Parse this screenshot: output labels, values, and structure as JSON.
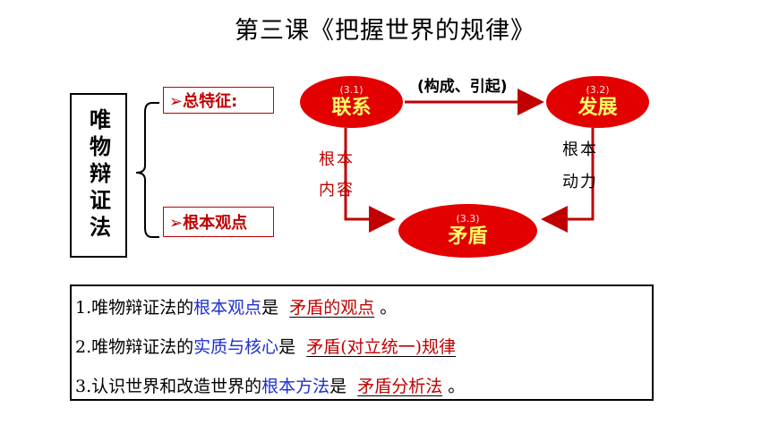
{
  "title": "第三课《把握世界的规律》",
  "left_label": "唯物辩证法",
  "tags": {
    "general": "➢总特征:",
    "basic": "➢根本观点"
  },
  "nodes": {
    "lianxi": {
      "num": "(3.1)",
      "label": "联系"
    },
    "fazhan": {
      "num": "(3.2)",
      "label": "发展"
    },
    "maodun": {
      "num": "(3.3)",
      "label": "矛盾"
    }
  },
  "arrow_caption": "(构成、引起)",
  "edge_left": "根本内容",
  "edge_right": "根本动力",
  "questions": [
    {
      "num": "1.",
      "pre": "唯物辩证法的",
      "key": "根本观点",
      "mid": "是",
      "answer": "矛盾的观点",
      "end": "。"
    },
    {
      "num": "2.",
      "pre": "唯物辩证法的",
      "key": "实质与核心",
      "mid": "是",
      "answer": "矛盾(对立统一)规律",
      "end": ""
    },
    {
      "num": "3.",
      "pre": "认识世界和改造世界的",
      "key": "根本方法",
      "mid": "是",
      "answer": "矛盾分析法",
      "end": "。"
    }
  ],
  "colors": {
    "accent_red": "#e30000",
    "node_text": "#ffff66",
    "key_blue": "#1f2fd0",
    "dark_red": "#c00000"
  }
}
